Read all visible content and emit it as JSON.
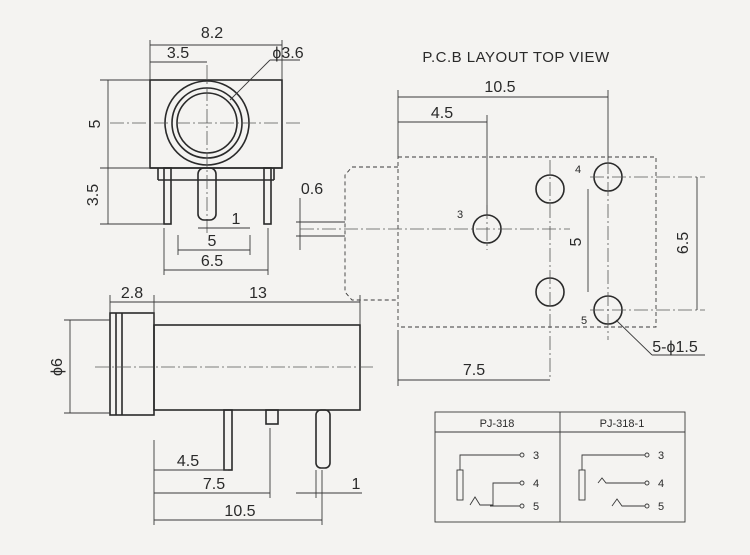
{
  "top_view": {
    "dims": {
      "width_8_2": "8.2",
      "offset_3_5": "3.5",
      "hole_d3_6": "ϕ3.6",
      "height_5": "5",
      "pin_3_5": "3.5",
      "pin_1": "1",
      "spacing_5": "5",
      "spacing_6_5": "6.5"
    }
  },
  "side_view": {
    "dims": {
      "flange_2_8": "2.8",
      "body_13": "13",
      "dia_6": "ϕ6",
      "pin_4_5": "4.5",
      "pin_7_5": "7.5",
      "pin_10_5": "10.5",
      "pin_1": "1",
      "offset_0_6": "0.6"
    }
  },
  "pcb_layout": {
    "title": "P.C.B LAYOUT  TOP VIEW",
    "dims": {
      "width_10_5": "10.5",
      "offset_4_5": "4.5",
      "bottom_7_5": "7.5",
      "vert_5": "5",
      "vert_6_5": "6.5",
      "holes": "5-ϕ1.5"
    },
    "pins": {
      "p3": "3",
      "p4": "4",
      "p5": "5"
    }
  },
  "schematic": {
    "headers": [
      "PJ-318",
      "PJ-318-1"
    ],
    "pins": [
      "3",
      "4",
      "5"
    ]
  }
}
